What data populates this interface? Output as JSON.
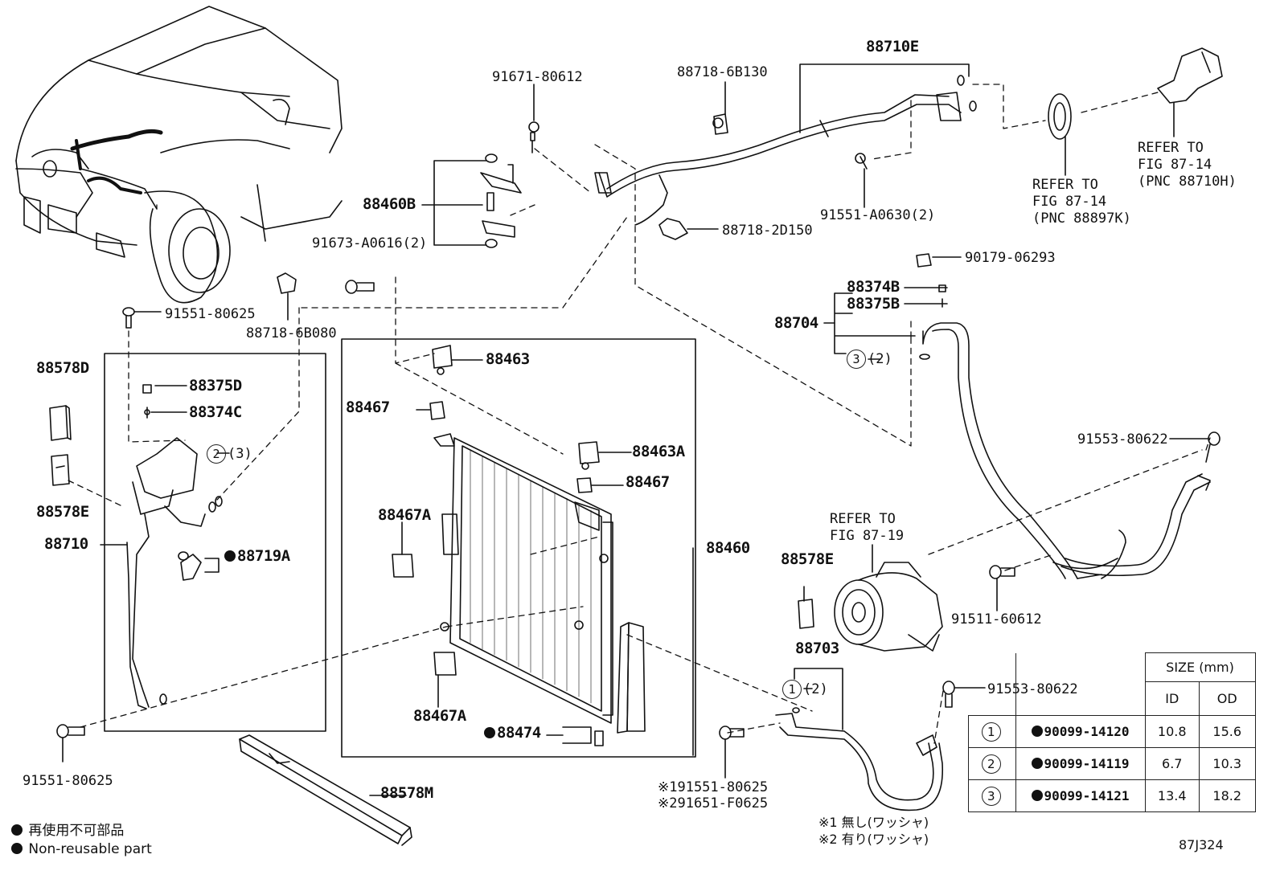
{
  "labels": {
    "p88710E": "88710E",
    "p91671": "91671-80612",
    "p88718_6B130": "88718-6B130",
    "p88460B": "88460B",
    "p91673": "91673-A0616(2)",
    "p88718_2D150": "88718-2D150",
    "p91551_A0630": "91551-A0630(2)",
    "ref_88897K": [
      "REFER TO",
      "FIG 87-14",
      "(PNC 88897K)"
    ],
    "ref_88710H": [
      "REFER TO",
      "FIG 87-14",
      "(PNC 88710H)"
    ],
    "p91551_80625_top": "91551-80625",
    "p88718_6B080": "88718-6B080",
    "p90179": "90179-06293",
    "p88374B": "88374B",
    "p88375B": "88375B",
    "p88704": "88704",
    "p88704_qty": "(2)",
    "p88578D": "88578D",
    "p88375D": "88375D",
    "p88374C": "88374C",
    "p88463": "88463",
    "p88467_a": "88467",
    "p88463A": "88463A",
    "p88467_b": "88467",
    "p88578E_left": "88578E",
    "p88710": "88710",
    "p88719A": "88719A",
    "p88710_qty": "(3)",
    "p88467A_top": "88467A",
    "p88460": "88460",
    "p91553_80622_a": "91553-80622",
    "ref_87_19": [
      "REFER TO",
      "FIG 87-19"
    ],
    "p88578E_right": "88578E",
    "p91511": "91511-60612",
    "p88703": "88703",
    "p88703_qty": "(2)",
    "p91553_80622_b": "91553-80622",
    "p88467A_bot": "88467A",
    "p88474": "88474",
    "p91551_80625_bot": "91551-80625",
    "p88578M": "88578M",
    "bolt_note_1": "※191551-80625",
    "bolt_note_2": "※291651-F0625",
    "washer_note_1": "※1 無し(ワッシャ)",
    "washer_note_2": "※2 有り(ワッシャ)",
    "figure_code": "87J324",
    "circle1": "1",
    "circle2": "2",
    "circle3": "3"
  },
  "legend": {
    "line1": "再使用不可部品",
    "line2": "Non-reusable part"
  },
  "size_table": {
    "header": "SIZE (mm)",
    "col_id": "ID",
    "col_od": "OD",
    "rows": [
      {
        "num": "1",
        "part": "90099-14120",
        "id": "10.8",
        "od": "15.6"
      },
      {
        "num": "2",
        "part": "90099-14119",
        "id": "6.7",
        "od": "10.3"
      },
      {
        "num": "3",
        "part": "90099-14121",
        "id": "13.4",
        "od": "18.2"
      }
    ]
  }
}
